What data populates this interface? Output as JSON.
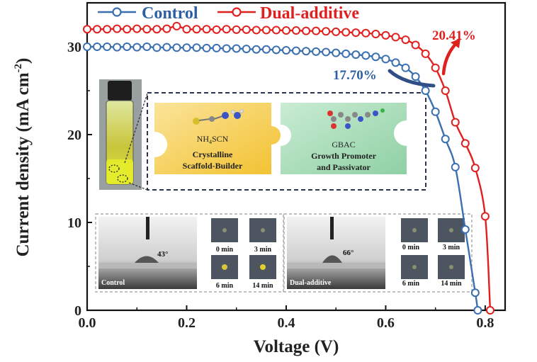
{
  "chart_data": {
    "type": "line",
    "xlabel": "Voltage (V)",
    "ylabel": "Current density (mA cm",
    "ylabel_sup": "-2",
    "ylabel_close": ")",
    "xlim": [
      0,
      0.84
    ],
    "ylim": [
      0,
      35
    ],
    "xticks": [
      0.0,
      0.2,
      0.4,
      0.6,
      0.8
    ],
    "xtick_labels": [
      "0.0",
      "0.2",
      "0.4",
      "0.6",
      "0.8"
    ],
    "yticks": [
      0,
      10,
      20,
      30
    ],
    "ytick_labels": [
      "0",
      "10",
      "20",
      "30"
    ],
    "legend_position": "top-left",
    "series": [
      {
        "name": "Control",
        "color": "#3a6fb0",
        "label_color": "#2f5fa3",
        "x": [
          0.0,
          0.02,
          0.04,
          0.06,
          0.08,
          0.1,
          0.12,
          0.14,
          0.16,
          0.18,
          0.2,
          0.22,
          0.24,
          0.26,
          0.28,
          0.3,
          0.32,
          0.34,
          0.36,
          0.38,
          0.4,
          0.42,
          0.44,
          0.46,
          0.48,
          0.5,
          0.52,
          0.54,
          0.56,
          0.58,
          0.6,
          0.62,
          0.64,
          0.66,
          0.68,
          0.7,
          0.72,
          0.74,
          0.76,
          0.78,
          0.785
        ],
        "y": [
          30.0,
          30.0,
          30.0,
          29.95,
          30.0,
          29.95,
          30.0,
          29.9,
          29.95,
          29.9,
          29.9,
          29.9,
          29.85,
          29.85,
          29.8,
          29.8,
          29.75,
          29.7,
          29.7,
          29.65,
          29.6,
          29.55,
          29.5,
          29.45,
          29.4,
          29.3,
          29.2,
          29.1,
          29.0,
          28.85,
          28.6,
          28.2,
          27.6,
          26.6,
          25.0,
          22.6,
          19.5,
          16.3,
          9.2,
          2.0,
          0.0
        ]
      },
      {
        "name": "Dual-additive",
        "color": "#e0201e",
        "label_color": "#e0201e",
        "x": [
          0.0,
          0.02,
          0.04,
          0.06,
          0.08,
          0.1,
          0.12,
          0.14,
          0.16,
          0.18,
          0.2,
          0.22,
          0.24,
          0.26,
          0.28,
          0.3,
          0.32,
          0.34,
          0.36,
          0.38,
          0.4,
          0.42,
          0.44,
          0.46,
          0.48,
          0.5,
          0.52,
          0.54,
          0.56,
          0.58,
          0.6,
          0.62,
          0.64,
          0.66,
          0.68,
          0.7,
          0.72,
          0.74,
          0.76,
          0.78,
          0.8,
          0.81
        ],
        "y": [
          32.0,
          32.0,
          32.0,
          32.05,
          32.0,
          32.05,
          32.0,
          32.0,
          32.05,
          32.35,
          32.0,
          32.0,
          32.0,
          31.95,
          32.0,
          31.95,
          31.95,
          31.9,
          31.9,
          31.9,
          31.85,
          31.85,
          31.8,
          31.8,
          31.75,
          31.7,
          31.65,
          31.6,
          31.55,
          31.45,
          31.3,
          31.1,
          30.8,
          30.2,
          29.2,
          27.6,
          25.0,
          21.4,
          19.0,
          16.2,
          10.7,
          0.0
        ]
      }
    ],
    "annotations": [
      {
        "text": "17.70%",
        "color": "#2f5fa3"
      },
      {
        "text": "20.41%",
        "color": "#e0201e"
      }
    ]
  },
  "inset": {
    "left_piece_label_line1": "NH",
    "left_piece_label_sub": "4",
    "left_piece_label_line1_end": "SCN",
    "left_piece_desc_1": "Crystalline",
    "left_piece_desc_2": "Scaffold-Builder",
    "right_piece_label": "GBAC",
    "right_piece_desc_1": "Growth Promoter",
    "right_piece_desc_2": "and Passivator",
    "left_piece_color": "#f6cd45",
    "right_piece_color": "#a8dcb8"
  },
  "contact_panels": [
    {
      "sample_label": "Control",
      "angle_label": "43°",
      "times": [
        "0 min",
        "3 min",
        "6 min",
        "14 min"
      ]
    },
    {
      "sample_label": "Dual-additive",
      "angle_label": "66°",
      "times": [
        "0 min",
        "3 min",
        "6 min",
        "14 min"
      ]
    }
  ]
}
